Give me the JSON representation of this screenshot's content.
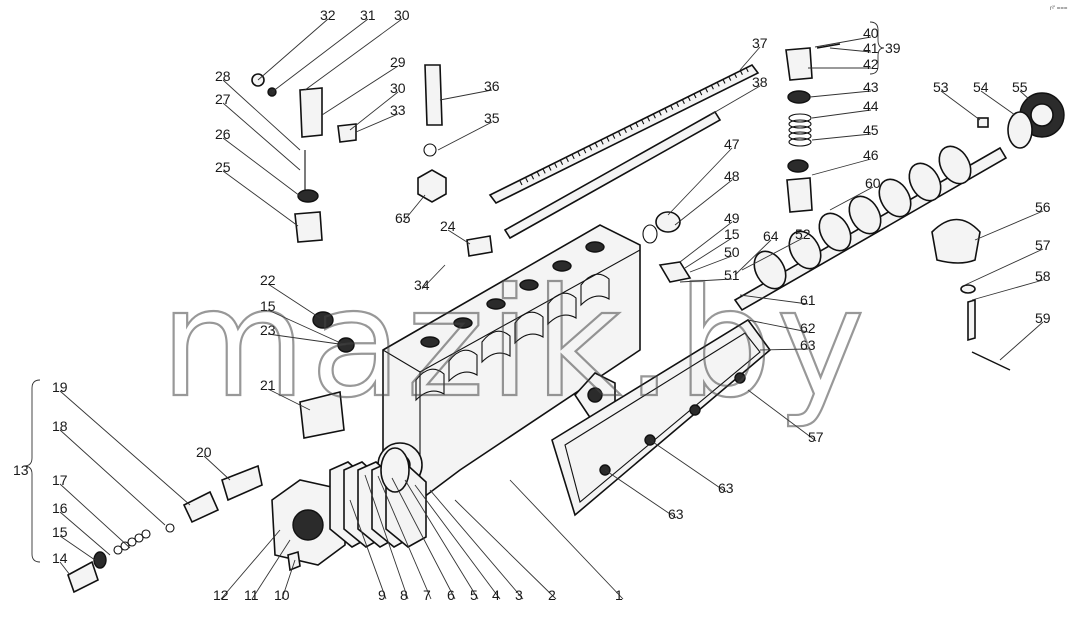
{
  "watermark": "mazik.by",
  "corner_mark": "r²' ===",
  "callouts": [
    "1",
    "2",
    "3",
    "4",
    "5",
    "6",
    "7",
    "8",
    "9",
    "10",
    "11",
    "12",
    "13",
    "14",
    "15",
    "16",
    "17",
    "18",
    "19",
    "20",
    "21",
    "22",
    "23",
    "24",
    "25",
    "26",
    "27",
    "28",
    "29",
    "30",
    "31",
    "32",
    "33",
    "34",
    "35",
    "36",
    "37",
    "38",
    "39",
    "40",
    "41",
    "42",
    "43",
    "44",
    "45",
    "46",
    "47",
    "48",
    "49",
    "50",
    "51",
    "52",
    "53",
    "54",
    "55",
    "56",
    "57",
    "58",
    "59",
    "60",
    "61",
    "62",
    "63",
    "64",
    "65"
  ]
}
